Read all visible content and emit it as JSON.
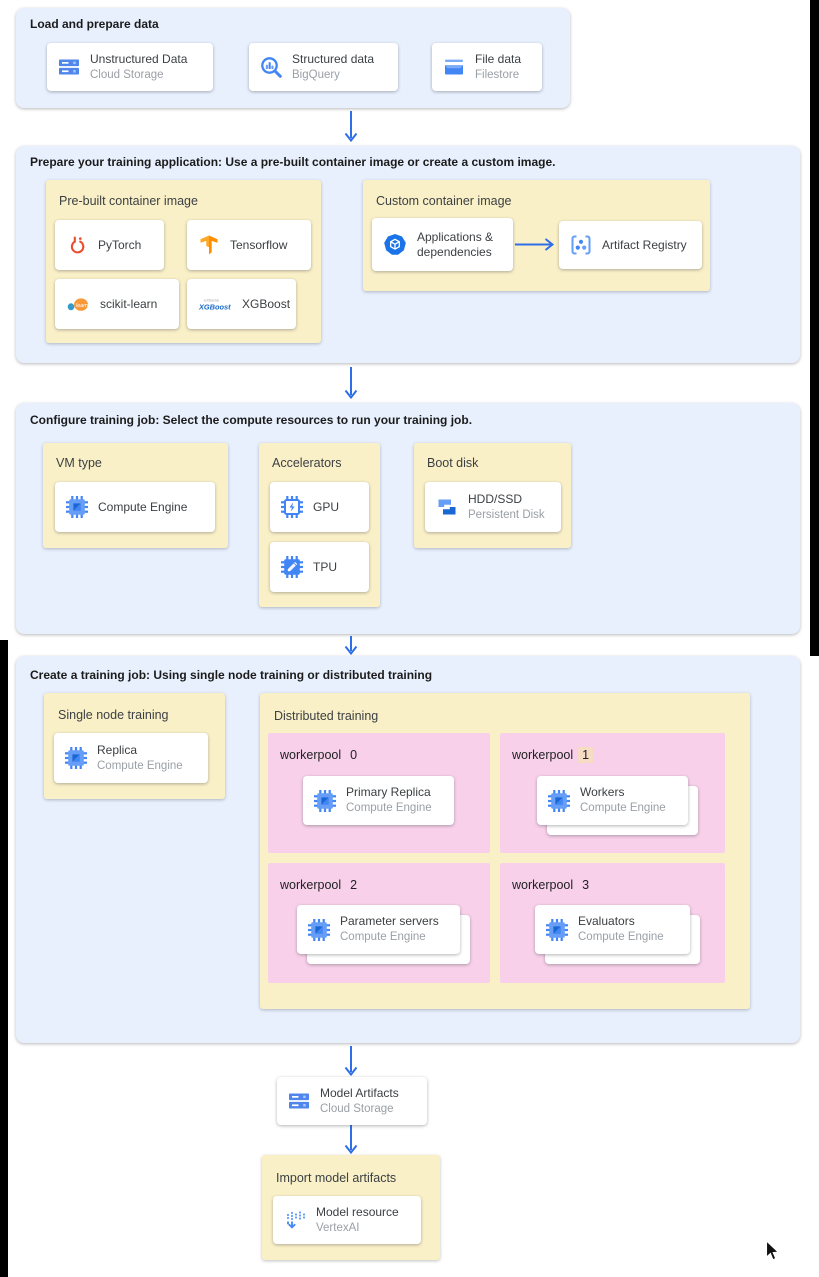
{
  "colors": {
    "section_bg": "#E8F0FE",
    "group_bg": "#FAF0C8",
    "workerpool_bg": "#F8D0EA",
    "arrow_blue": "#2E6FE8",
    "number_highlight": "#F5DCC3",
    "card_title": "#3C4043",
    "card_subtitle": "#9AA0A6"
  },
  "sections": {
    "load": {
      "title": "Load and prepare data",
      "cards": [
        {
          "title": "Unstructured Data",
          "subtitle": "Cloud Storage",
          "icon": "cloud-storage-icon"
        },
        {
          "title": "Structured data",
          "subtitle": "BigQuery",
          "icon": "bigquery-icon"
        },
        {
          "title": "File data",
          "subtitle": "Filestore",
          "icon": "filestore-icon"
        }
      ]
    },
    "prepare": {
      "title": "Prepare your training application: Use a pre-built container image or create a custom image.",
      "prebuilt": {
        "label": "Pre-built container image",
        "cards": [
          {
            "title": "PyTorch",
            "icon": "pytorch-icon"
          },
          {
            "title": "Tensorflow",
            "icon": "tensorflow-icon"
          },
          {
            "title": "scikit-learn",
            "icon": "scikit-learn-icon"
          },
          {
            "title": "XGBoost",
            "icon": "xgboost-icon"
          }
        ]
      },
      "custom": {
        "label": "Custom container image",
        "source_card": {
          "title": "Applications & dependencies",
          "icon": "applications-dependencies-icon"
        },
        "target_card": {
          "title": "Artifact Registry",
          "icon": "artifact-registry-icon"
        }
      }
    },
    "configure": {
      "title": "Configure training job: Select the compute resources to run your training job.",
      "vm_type": {
        "label": "VM type",
        "card": {
          "title": "Compute Engine",
          "icon": "compute-engine-icon"
        }
      },
      "accelerators": {
        "label": "Accelerators",
        "cards": [
          {
            "title": "GPU",
            "icon": "gpu-icon"
          },
          {
            "title": "TPU",
            "icon": "tpu-icon"
          }
        ]
      },
      "boot_disk": {
        "label": "Boot disk",
        "card": {
          "title": "HDD/SSD",
          "subtitle": "Persistent Disk",
          "icon": "persistent-disk-icon"
        }
      }
    },
    "create": {
      "title": "Create a training job: Using single node training or distributed training",
      "single_node": {
        "label": "Single node training",
        "card": {
          "title": "Replica",
          "subtitle": "Compute Engine",
          "icon": "compute-engine-icon"
        }
      },
      "distributed": {
        "label": "Distributed training",
        "workerpools": [
          {
            "prefix": "workerpool",
            "number": "0",
            "highlighted": false,
            "stacked": false,
            "card": {
              "title": "Primary Replica",
              "subtitle": "Compute Engine",
              "icon": "compute-engine-icon"
            }
          },
          {
            "prefix": "workerpool",
            "number": "1",
            "highlighted": true,
            "stacked": true,
            "card": {
              "title": "Workers",
              "subtitle": "Compute Engine",
              "icon": "compute-engine-icon"
            }
          },
          {
            "prefix": "workerpool",
            "number": "2",
            "highlighted": false,
            "stacked": true,
            "card": {
              "title": "Parameter servers",
              "subtitle": "Compute Engine",
              "icon": "compute-engine-icon"
            }
          },
          {
            "prefix": "workerpool",
            "number": "3",
            "highlighted": false,
            "stacked": true,
            "card": {
              "title": "Evaluators",
              "subtitle": "Compute Engine",
              "icon": "compute-engine-icon"
            }
          }
        ]
      }
    },
    "model_artifacts": {
      "card": {
        "title": "Model Artifacts",
        "subtitle": "Cloud Storage",
        "icon": "cloud-storage-icon"
      }
    },
    "import_model": {
      "label": "Import model artifacts",
      "card": {
        "title": "Model resource",
        "subtitle": "VertexAI",
        "icon": "vertex-ai-icon"
      }
    }
  }
}
